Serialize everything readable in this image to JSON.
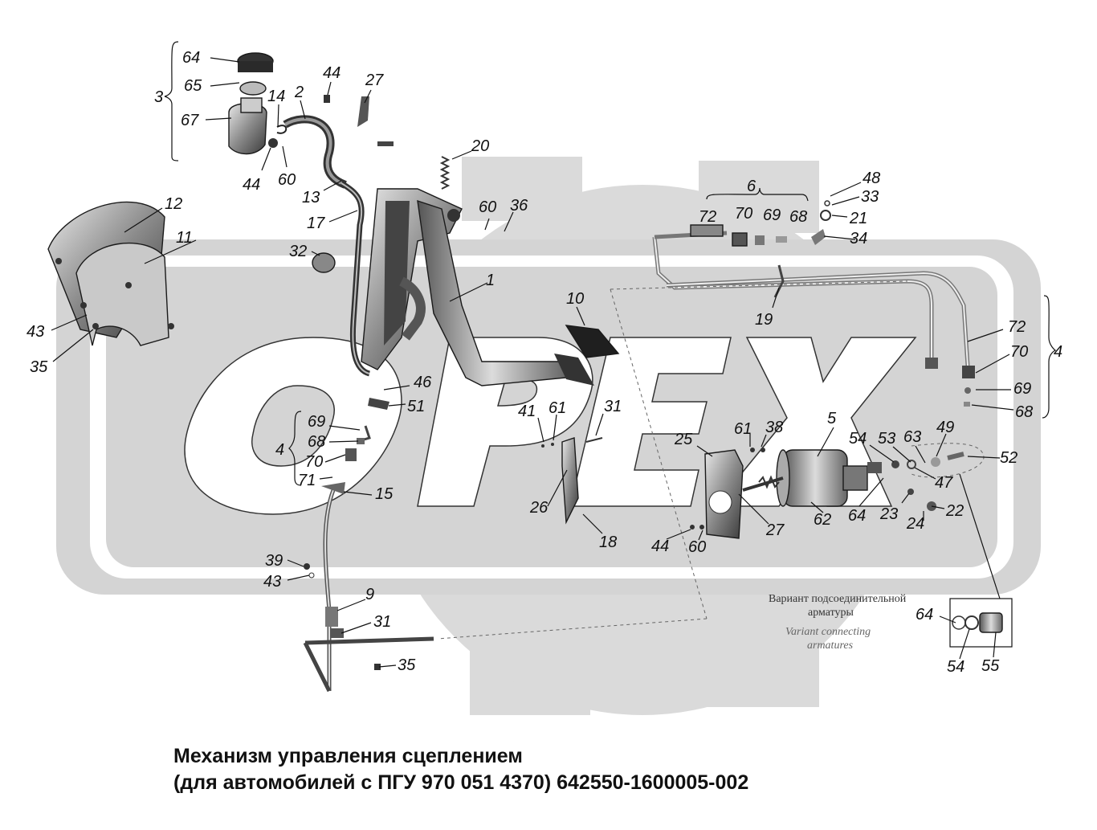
{
  "title_line1": "Механизм управления сцеплением",
  "title_line2": "(для автомобилей с ПГУ 970 051 4370) 642550-1600005-002",
  "watermark": "OPEX",
  "variant_caption": {
    "ru_line1": "Вариант подсоединительной",
    "ru_line2": "арматуры",
    "en_line1": "Variant connecting",
    "en_line2": "armatures"
  },
  "labels": {
    "l64a": "64",
    "l65": "65",
    "l67": "67",
    "l3": "3",
    "l14": "14",
    "l2": "2",
    "l44a": "44",
    "l27a": "27",
    "l44b": "44",
    "l60a": "60",
    "l20": "20",
    "l13": "13",
    "l17": "17",
    "l12": "12",
    "l11": "11",
    "l32": "32",
    "l60b": "60",
    "l36": "36",
    "l6": "6",
    "l72a": "72",
    "l70a": "70",
    "l69a": "69",
    "l68a": "68",
    "l48": "48",
    "l33": "33",
    "l21": "21",
    "l34": "34",
    "l1": "1",
    "l19": "19",
    "l10": "10",
    "l43a": "43",
    "l35a": "35",
    "l72b": "72",
    "l70b": "70",
    "l4a": "4",
    "l69b": "69",
    "l68b": "68",
    "l46": "46",
    "l51": "51",
    "l41": "41",
    "l61a": "61",
    "l31a": "31",
    "l5": "5",
    "l61b": "61",
    "l38": "38",
    "l25": "25",
    "l54a": "54",
    "l53": "53",
    "l63": "63",
    "l49": "49",
    "l52": "52",
    "l47": "47",
    "l69c": "69",
    "l68c": "68",
    "l4b": "4",
    "l70c": "70",
    "l71": "71",
    "l15": "15",
    "l26": "26",
    "l18": "18",
    "l27b": "27",
    "l62": "62",
    "l64b": "64",
    "l23": "23",
    "l22": "22",
    "l24": "24",
    "l44c": "44",
    "l60c": "60",
    "l39": "39",
    "l43b": "43",
    "l9": "9",
    "l31b": "31",
    "l35b": "35",
    "l64c": "64",
    "l54b": "54",
    "l55": "55"
  },
  "colors": {
    "watermark_fill": "#d9d9d9",
    "watermark_letters": "#ffffff",
    "part_dark": "#2a2a2a",
    "part_mid": "#7a7a7a",
    "part_light": "#bdbdbd",
    "ink": "#111111"
  }
}
